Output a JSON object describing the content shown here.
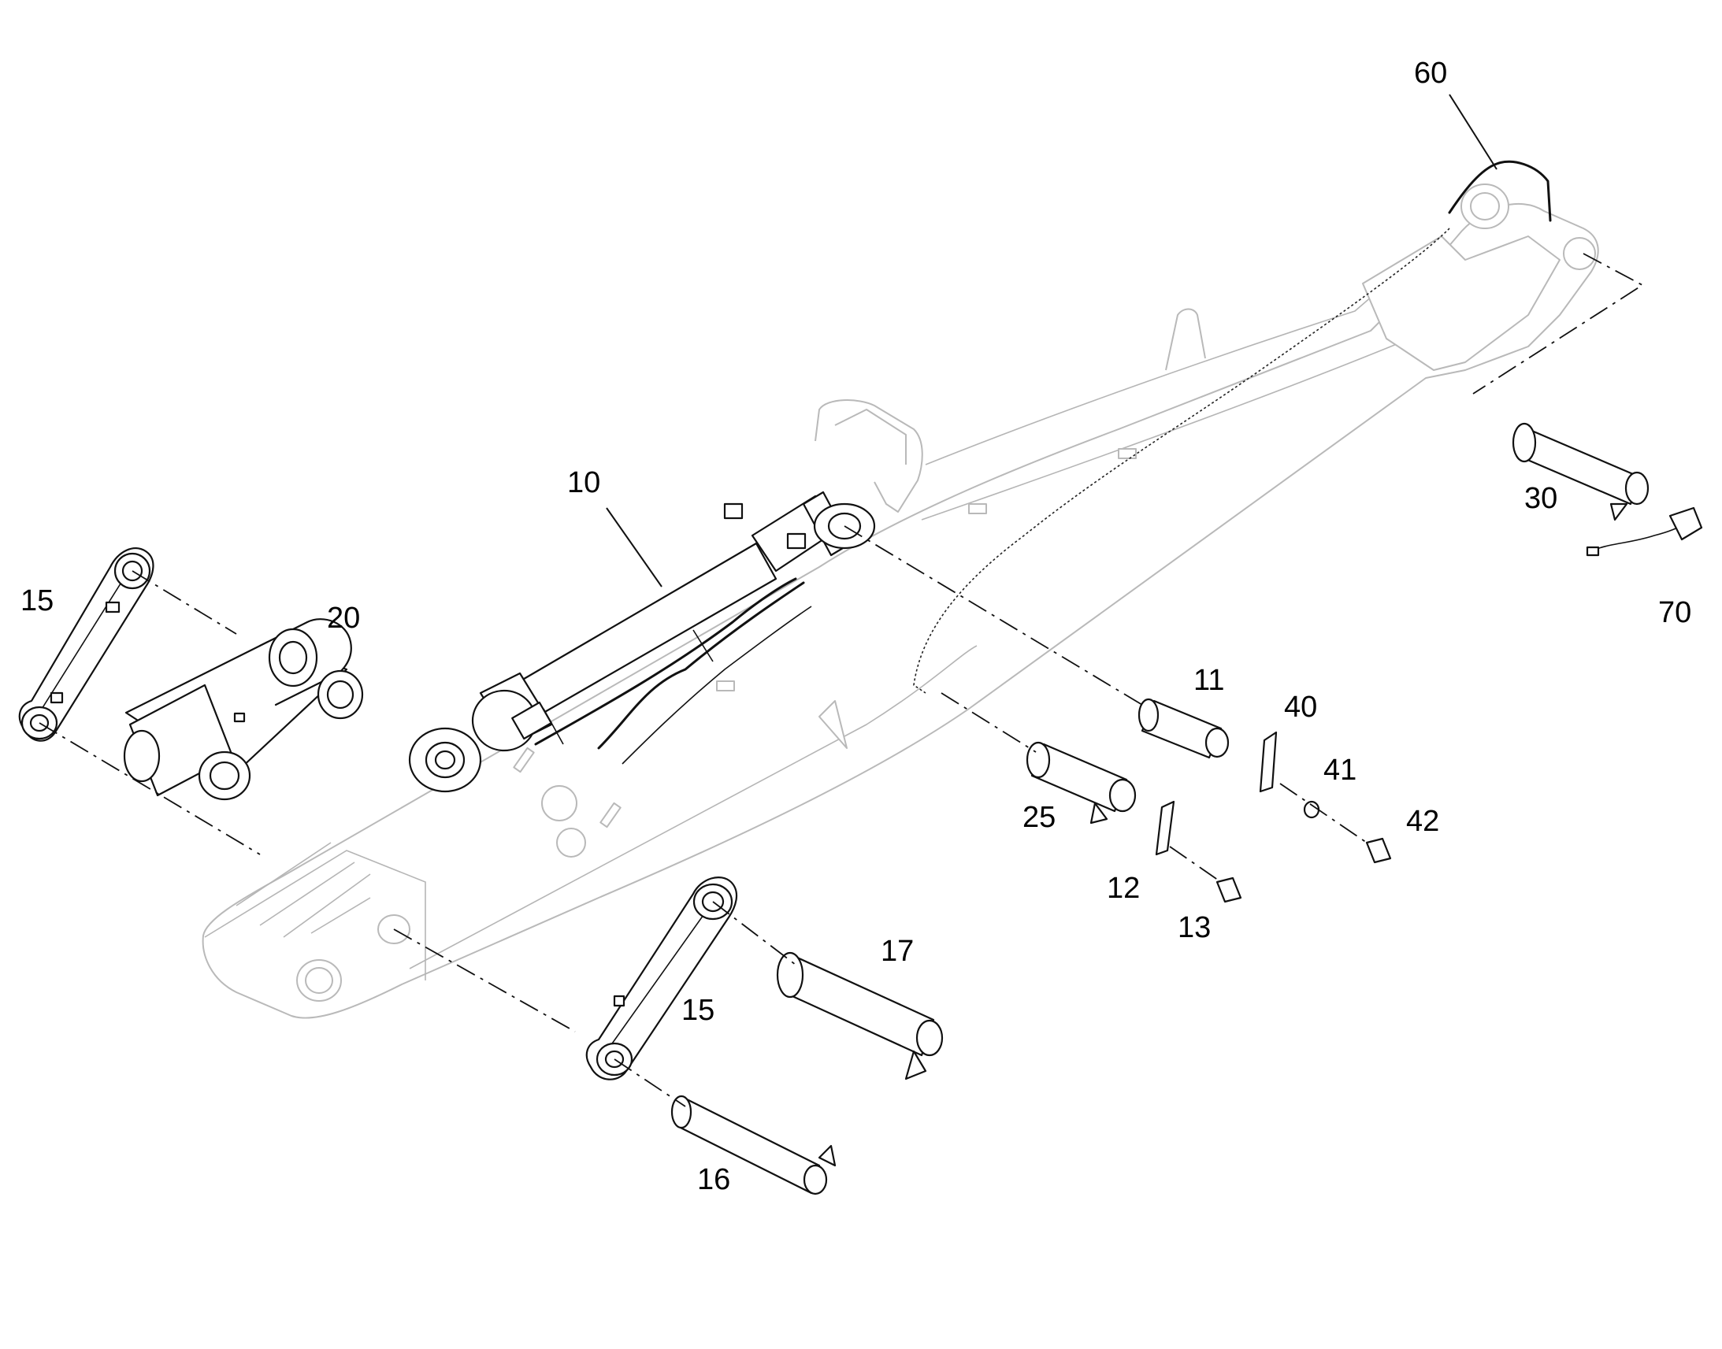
{
  "diagram": {
    "callouts": [
      {
        "id": "callout-60",
        "text": "60"
      },
      {
        "id": "callout-10",
        "text": "10"
      },
      {
        "id": "callout-15-top",
        "text": "15"
      },
      {
        "id": "callout-20",
        "text": "20"
      },
      {
        "id": "callout-30",
        "text": "30"
      },
      {
        "id": "callout-70",
        "text": "70"
      },
      {
        "id": "callout-11",
        "text": "11"
      },
      {
        "id": "callout-40",
        "text": "40"
      },
      {
        "id": "callout-41",
        "text": "41"
      },
      {
        "id": "callout-42",
        "text": "42"
      },
      {
        "id": "callout-25",
        "text": "25"
      },
      {
        "id": "callout-12",
        "text": "12"
      },
      {
        "id": "callout-13",
        "text": "13"
      },
      {
        "id": "callout-17",
        "text": "17"
      },
      {
        "id": "callout-15-bottom",
        "text": "15"
      },
      {
        "id": "callout-16",
        "text": "16"
      }
    ],
    "colors": {
      "outline": "#111111",
      "boom_outline": "#b9b9b9",
      "background": "#ffffff"
    }
  }
}
